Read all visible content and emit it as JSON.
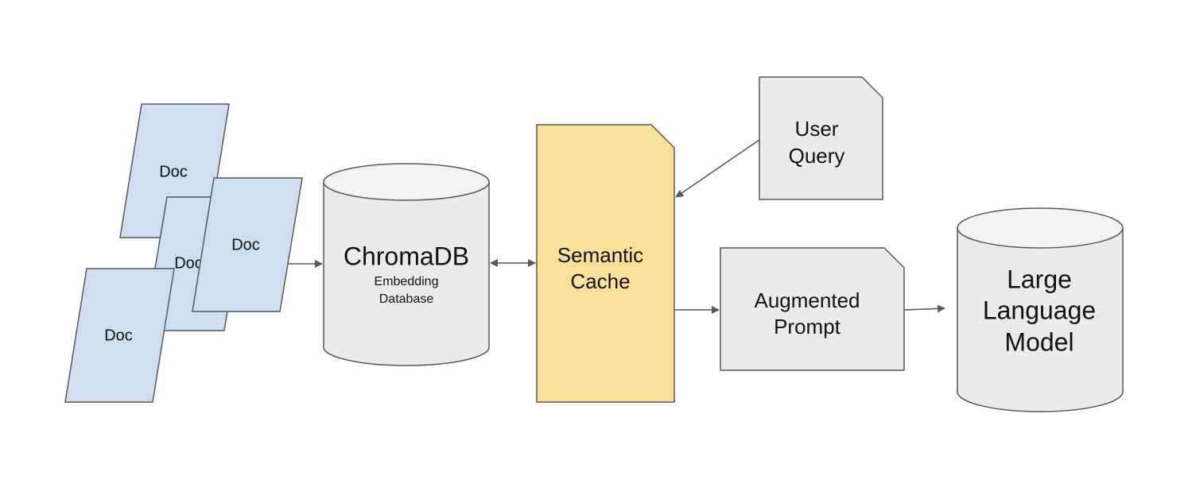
{
  "nodes": {
    "doc_1": {
      "label": "Doc"
    },
    "doc_2": {
      "label": "Doc"
    },
    "doc_3": {
      "label": "Doc"
    },
    "doc_4": {
      "label": "Doc"
    },
    "chromadb": {
      "title": "ChromaDB",
      "subtitle_line1": "Embedding",
      "subtitle_line2": "Database"
    },
    "semantic_cache": {
      "line1": "Semantic",
      "line2": "Cache"
    },
    "user_query": {
      "line1": "User",
      "line2": "Query"
    },
    "augmented_prompt": {
      "line1": "Augmented",
      "line2": "Prompt"
    },
    "llm": {
      "line1": "Large",
      "line2": "Language",
      "line3": "Model"
    }
  },
  "edges": [
    {
      "from": "doc_stack",
      "to": "chromadb",
      "direction": "forward"
    },
    {
      "from": "chromadb",
      "to": "semantic_cache",
      "direction": "both"
    },
    {
      "from": "user_query",
      "to": "semantic_cache",
      "direction": "forward"
    },
    {
      "from": "semantic_cache",
      "to": "augmented_prompt",
      "direction": "forward"
    },
    {
      "from": "augmented_prompt",
      "to": "llm",
      "direction": "forward"
    }
  ],
  "colors": {
    "document": "#cfdfef",
    "database": "#ebebeb",
    "cache": "#f9e199",
    "note": "#ebebeb",
    "stroke": "#595959"
  }
}
